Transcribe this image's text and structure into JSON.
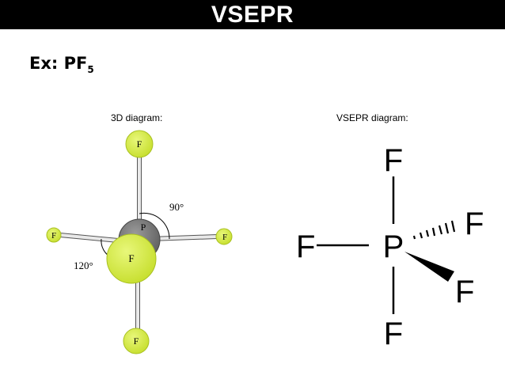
{
  "header": {
    "title": "VSEPR"
  },
  "example": {
    "prefix": "Ex: PF",
    "subscript": "5"
  },
  "captions": {
    "three_d": "3D diagram:",
    "vsepr": "VSEPR diagram:"
  },
  "three_d": {
    "central_atom": "P",
    "atoms": {
      "top": "F",
      "left": "F",
      "right": "F",
      "front": "F",
      "bottom": "F"
    },
    "angle_axial": "90°",
    "angle_equatorial": "120°"
  },
  "vsepr": {
    "central_atom": "P",
    "atoms": {
      "top": "F",
      "left": "F",
      "dash": "F",
      "wedge": "F",
      "bottom": "F"
    }
  },
  "colors": {
    "atom_fill": "#d4ec3c",
    "atom_stroke": "#9db520",
    "phosphorus": "#7a7a7a",
    "bond": "#e6e6e6"
  }
}
